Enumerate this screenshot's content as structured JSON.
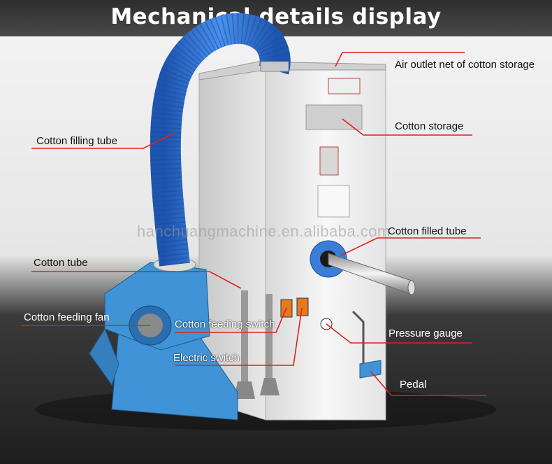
{
  "header": {
    "title": "Mechanical details display"
  },
  "watermark": "hanchuangmachine.en.alibaba.com",
  "labels": {
    "air_outlet": "Air outlet net of cotton storage",
    "cotton_storage": "Cotton storage",
    "cotton_filling_tube": "Cotton filling tube",
    "cotton_filled_tube": "Cotton filled tube",
    "cotton_tube": "Cotton tube",
    "cotton_feeding_fan": "Cotton feeding fan",
    "cotton_feeding_switch": "Cotton feeding switch",
    "electric_switch": "Electric switch",
    "pressure_gauge": "Pressure gauge",
    "pedal": "Pedal"
  },
  "colors": {
    "machine_body": "#f1f1f1",
    "hose_blue": "#2f74d8",
    "fan_blue": "#3f93d6",
    "leader_red": "#e02020",
    "switch_orange": "#e77a1c"
  }
}
